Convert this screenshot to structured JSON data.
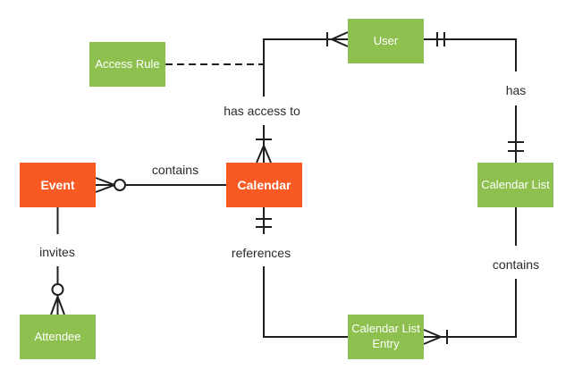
{
  "colors": {
    "entity_green": "#8DC04E",
    "entity_orange": "#F95A23",
    "entity_text": "#FFFFFF",
    "line": "#1F1F1F",
    "label_text": "#2B2B2B",
    "background": "#FFFFFF"
  },
  "entities": [
    {
      "id": "access-rule",
      "label": "Access Rule",
      "color": "green"
    },
    {
      "id": "user",
      "label": "User",
      "color": "green"
    },
    {
      "id": "event",
      "label": "Event",
      "color": "orange"
    },
    {
      "id": "calendar",
      "label": "Calendar",
      "color": "orange"
    },
    {
      "id": "calendar-list",
      "label": "Calendar List",
      "color": "green"
    },
    {
      "id": "attendee",
      "label": "Attendee",
      "color": "green"
    },
    {
      "id": "calendar-list-entry",
      "label": "Calendar List Entry",
      "color": "green"
    }
  ],
  "relationships": [
    {
      "label": "contains",
      "from": "Event",
      "to": "Calendar",
      "from_cardinality": "zero or many",
      "to_cardinality": "",
      "style": "solid"
    },
    {
      "label": "has access to",
      "from": "Calendar",
      "to": "User",
      "from_cardinality": "one or many",
      "to_cardinality": "one or many",
      "style": "solid"
    },
    {
      "label": "has",
      "from": "User",
      "to": "Calendar List",
      "from_cardinality": "one and only one",
      "to_cardinality": "one and only one",
      "style": "solid"
    },
    {
      "label": "contains",
      "from": "Calendar List",
      "to": "Calendar List Entry",
      "from_cardinality": "",
      "to_cardinality": "one or many",
      "style": "solid"
    },
    {
      "label": "references",
      "from": "Calendar",
      "to": "Calendar List Entry",
      "from_cardinality": "one and only one",
      "to_cardinality": "",
      "style": "solid"
    },
    {
      "label": "invites",
      "from": "Event",
      "to": "Attendee",
      "from_cardinality": "",
      "to_cardinality": "zero or many",
      "style": "solid"
    },
    {
      "label": "",
      "from": "Access Rule",
      "to": "has access to",
      "from_cardinality": "",
      "to_cardinality": "",
      "style": "dashed"
    }
  ]
}
